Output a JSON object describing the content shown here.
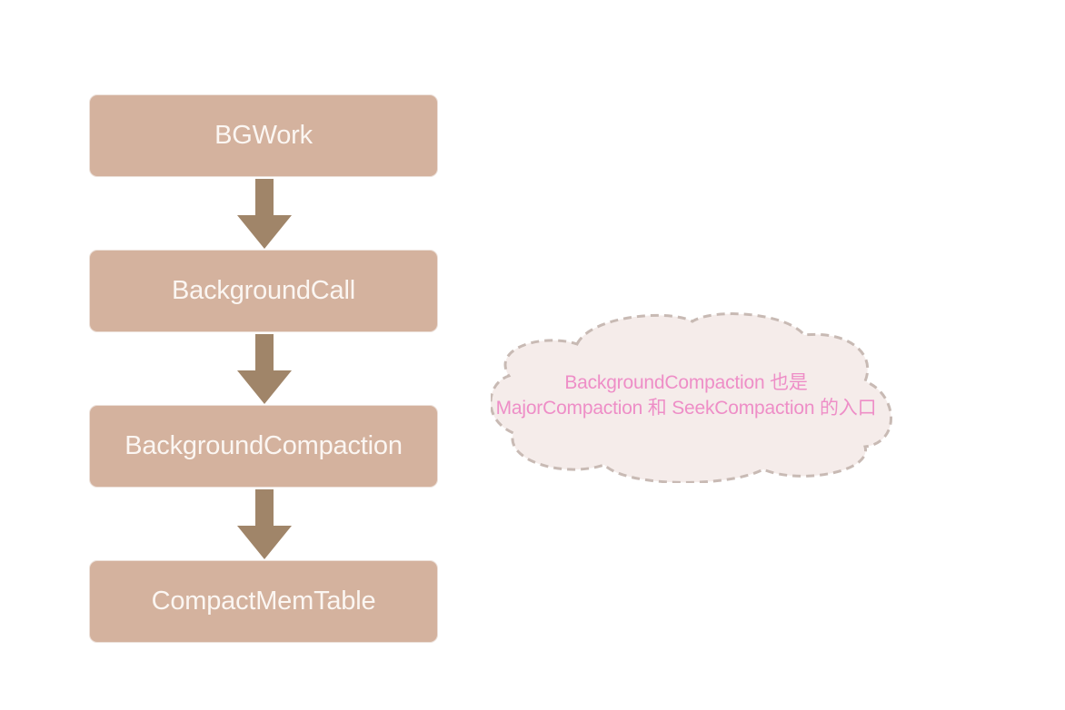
{
  "diagram": {
    "nodes": [
      {
        "id": "bgwork",
        "label": "BGWork"
      },
      {
        "id": "backgroundcall",
        "label": "BackgroundCall"
      },
      {
        "id": "backgroundcompaction",
        "label": "BackgroundCompaction"
      },
      {
        "id": "compactmemtable",
        "label": "CompactMemTable"
      }
    ],
    "edges": [
      {
        "from": "bgwork",
        "to": "backgroundcall"
      },
      {
        "from": "backgroundcall",
        "to": "backgroundcompaction"
      },
      {
        "from": "backgroundcompaction",
        "to": "compactmemtable"
      }
    ],
    "note": {
      "lines": [
        "BackgroundCompaction 也是",
        "MajorCompaction 和 SeekCompaction 的入口"
      ]
    },
    "colors": {
      "node_fill": "#d4b29e",
      "node_text": "#fbf6f2",
      "arrow": "#a08569",
      "cloud_fill": "#f5ecea",
      "cloud_stroke": "#c8bab4",
      "note_text": "#ee8ec7"
    }
  }
}
